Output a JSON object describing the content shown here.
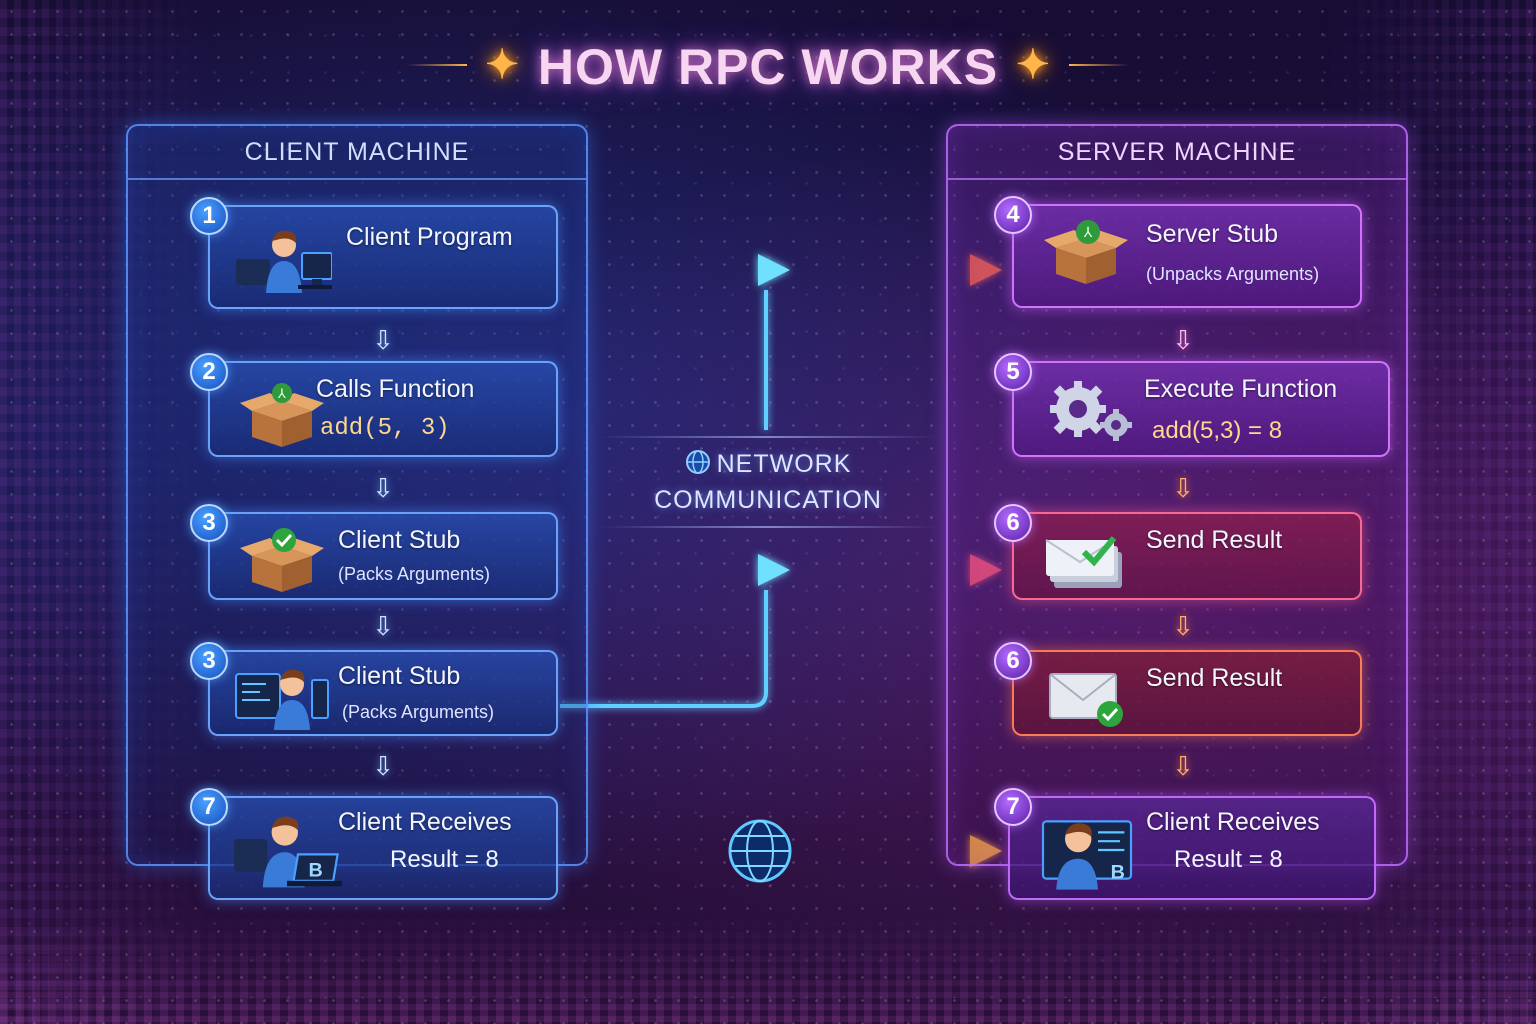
{
  "title": "HOW RPC WORKS",
  "client": {
    "heading": "CLIENT MACHINE",
    "steps": [
      {
        "number": "1",
        "label": "Client Program",
        "sub": ""
      },
      {
        "number": "2",
        "label": "Calls Function",
        "sub": "add(5, 3)"
      },
      {
        "number": "3",
        "label": "Client Stub",
        "sub": "(Packs Arguments)"
      },
      {
        "number": "3",
        "label": "Client Stub",
        "sub": "(Packs Arguments)"
      },
      {
        "number": "7",
        "label": "Client Receives",
        "sub": "Result = 8"
      }
    ]
  },
  "server": {
    "heading": "SERVER MACHINE",
    "steps": [
      {
        "number": "4",
        "label": "Server Stub",
        "sub": "(Unpacks Arguments)"
      },
      {
        "number": "5",
        "label": "Execute Function",
        "sub": "add(5,3) = 8"
      },
      {
        "number": "6",
        "label": "Send Result",
        "sub": ""
      },
      {
        "number": "6",
        "label": "Send Result",
        "sub": ""
      },
      {
        "number": "7",
        "label": "Client Receives",
        "sub": "Result = 8"
      }
    ]
  },
  "network": {
    "line1": "NETWORK",
    "line2": "COMMUNICATION"
  },
  "icons": {
    "client": [
      "developer-at-computer-icon",
      "package-box-icon",
      "checked-package-icon",
      "developer-at-terminal-icon",
      "developer-at-laptop-icon"
    ],
    "server": [
      "package-box-icon",
      "gears-icon",
      "document-check-icon",
      "envelope-check-icon",
      "developer-at-laptop-icon"
    ]
  },
  "laptop_letter": "B",
  "colors": {
    "client_accent": "#4a9cff",
    "server_accent": "#c070ff",
    "arrow_warm": "#ff8a3a",
    "arrow_pink": "#ff5a9a"
  }
}
